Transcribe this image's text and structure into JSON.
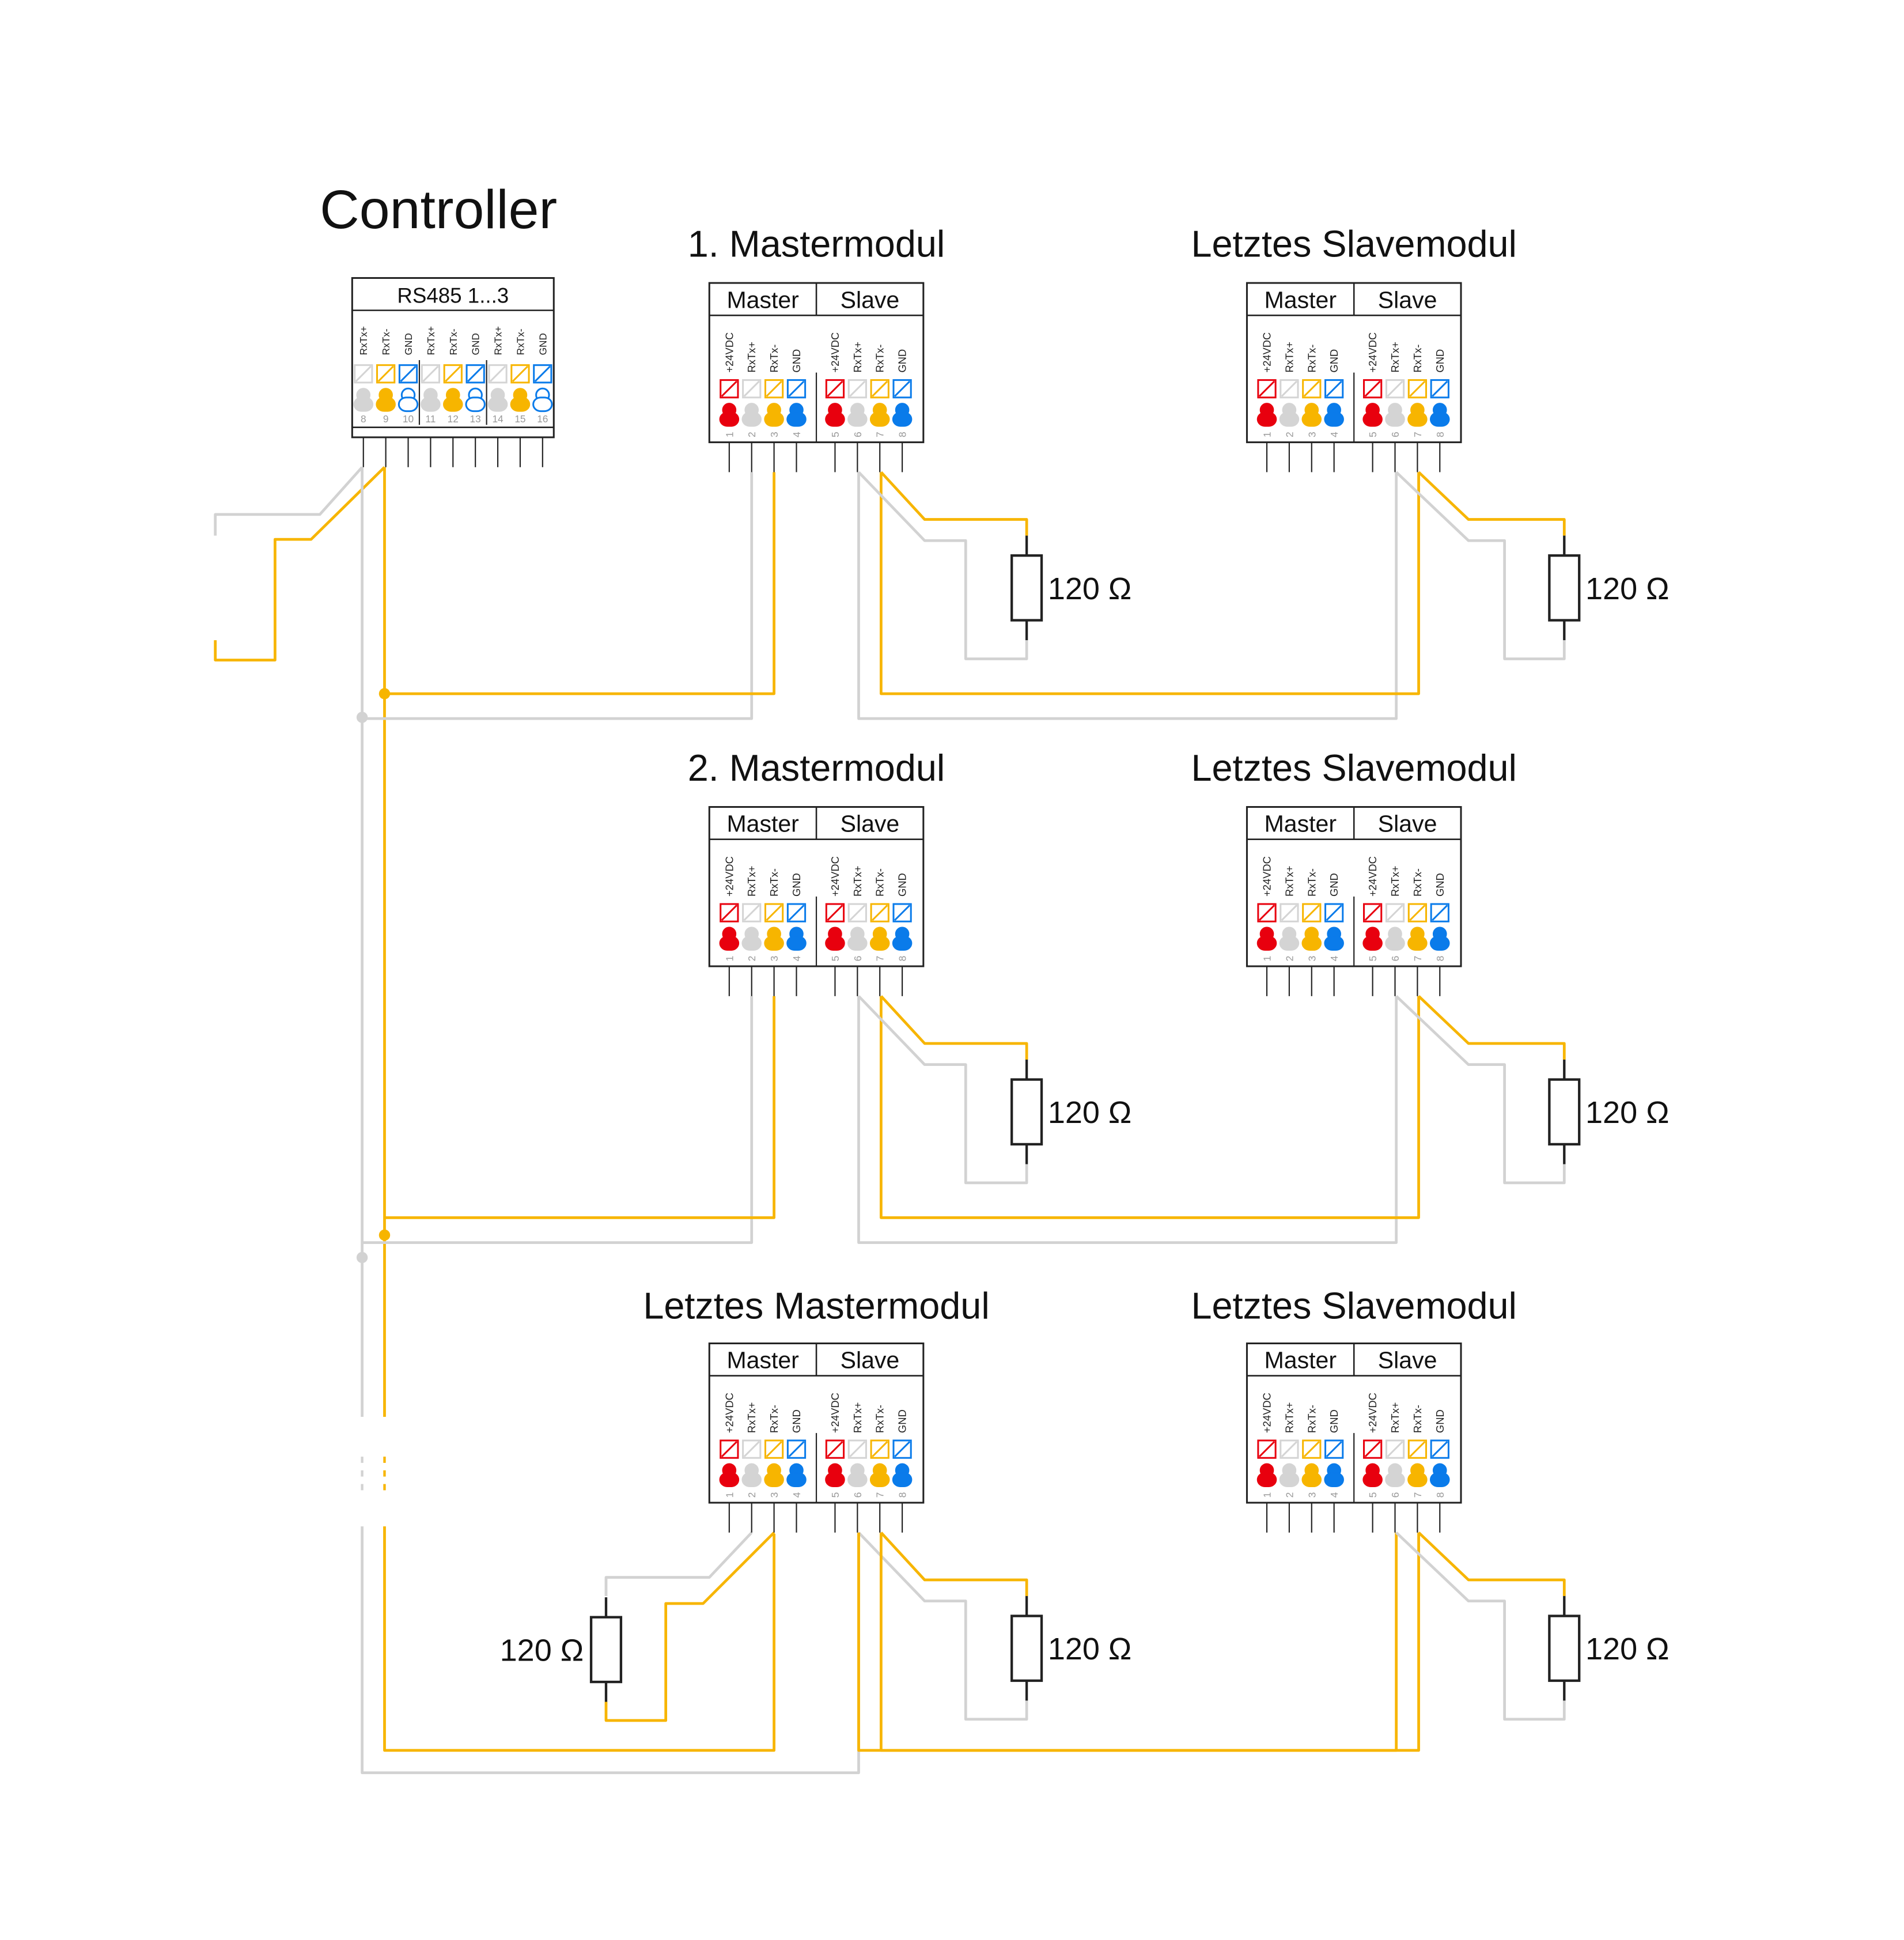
{
  "controller": {
    "title": "Controller",
    "header": "RS485 1...3",
    "pins": [
      {
        "label": "RxTx+",
        "num": "8",
        "color": "gray"
      },
      {
        "label": "RxTx-",
        "num": "9",
        "color": "yellow"
      },
      {
        "label": "GND",
        "num": "10",
        "color": "blue-outline"
      },
      {
        "label": "RxTx+",
        "num": "11",
        "color": "gray"
      },
      {
        "label": "RxTx-",
        "num": "12",
        "color": "yellow"
      },
      {
        "label": "GND",
        "num": "13",
        "color": "blue-outline"
      },
      {
        "label": "RxTx+",
        "num": "14",
        "color": "gray"
      },
      {
        "label": "RxTx-",
        "num": "15",
        "color": "yellow"
      },
      {
        "label": "GND",
        "num": "16",
        "color": "blue-outline"
      }
    ]
  },
  "module_header": {
    "master": "Master",
    "slave": "Slave"
  },
  "module_pins": [
    {
      "label": "+24VDC",
      "num": "1",
      "color": "red"
    },
    {
      "label": "RxTx+",
      "num": "2",
      "color": "gray"
    },
    {
      "label": "RxTx-",
      "num": "3",
      "color": "yellow"
    },
    {
      "label": "GND",
      "num": "4",
      "color": "blue"
    },
    {
      "label": "+24VDC",
      "num": "5",
      "color": "red"
    },
    {
      "label": "RxTx+",
      "num": "6",
      "color": "gray"
    },
    {
      "label": "RxTx-",
      "num": "7",
      "color": "yellow"
    },
    {
      "label": "GND",
      "num": "8",
      "color": "blue"
    }
  ],
  "modules": [
    {
      "title": "1. Mastermodul"
    },
    {
      "title": "Letztes Slavemodul"
    },
    {
      "title": "2. Mastermodul"
    },
    {
      "title": "Letztes Slavemodul"
    },
    {
      "title": "Letztes Mastermodul"
    },
    {
      "title": "Letztes Slavemodul"
    }
  ],
  "resistor_label": "120 Ω",
  "colors": {
    "red": "#e8000e",
    "gray": "#d4d4d4",
    "yellow": "#f7b500",
    "blue": "#0a7bea",
    "line": "#222222",
    "wire_gray": "#d2d2d2",
    "wire_yellow": "#f7b500"
  }
}
